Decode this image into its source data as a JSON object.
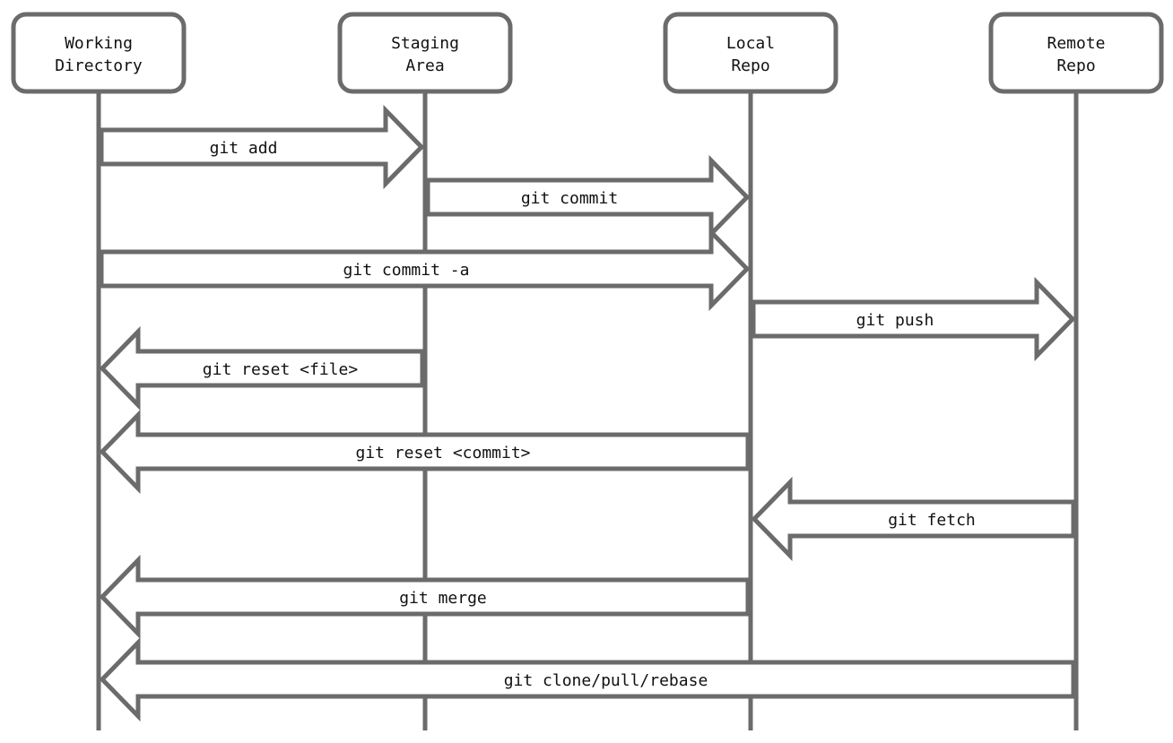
{
  "participants": [
    {
      "id": "working",
      "lines": [
        "Working",
        "Directory"
      ]
    },
    {
      "id": "staging",
      "lines": [
        "Staging",
        "Area"
      ]
    },
    {
      "id": "local",
      "lines": [
        "Local",
        "Repo"
      ]
    },
    {
      "id": "remote",
      "lines": [
        "Remote",
        "Repo"
      ]
    }
  ],
  "messages": [
    {
      "id": "git-add",
      "label": "git add",
      "from": "working",
      "to": "staging"
    },
    {
      "id": "git-commit",
      "label": "git commit",
      "from": "staging",
      "to": "local"
    },
    {
      "id": "git-commit-a",
      "label": "git commit -a",
      "from": "working",
      "to": "local"
    },
    {
      "id": "git-push",
      "label": "git push",
      "from": "local",
      "to": "remote"
    },
    {
      "id": "git-reset-file",
      "label": "git reset <file>",
      "from": "staging",
      "to": "working"
    },
    {
      "id": "git-reset-commit",
      "label": "git reset <commit>",
      "from": "local",
      "to": "working"
    },
    {
      "id": "git-fetch",
      "label": "git fetch",
      "from": "remote",
      "to": "local"
    },
    {
      "id": "git-merge",
      "label": "git merge",
      "from": "local",
      "to": "working"
    },
    {
      "id": "git-clone-pull-rebase",
      "label": "git clone/pull/rebase",
      "from": "remote",
      "to": "working"
    }
  ]
}
